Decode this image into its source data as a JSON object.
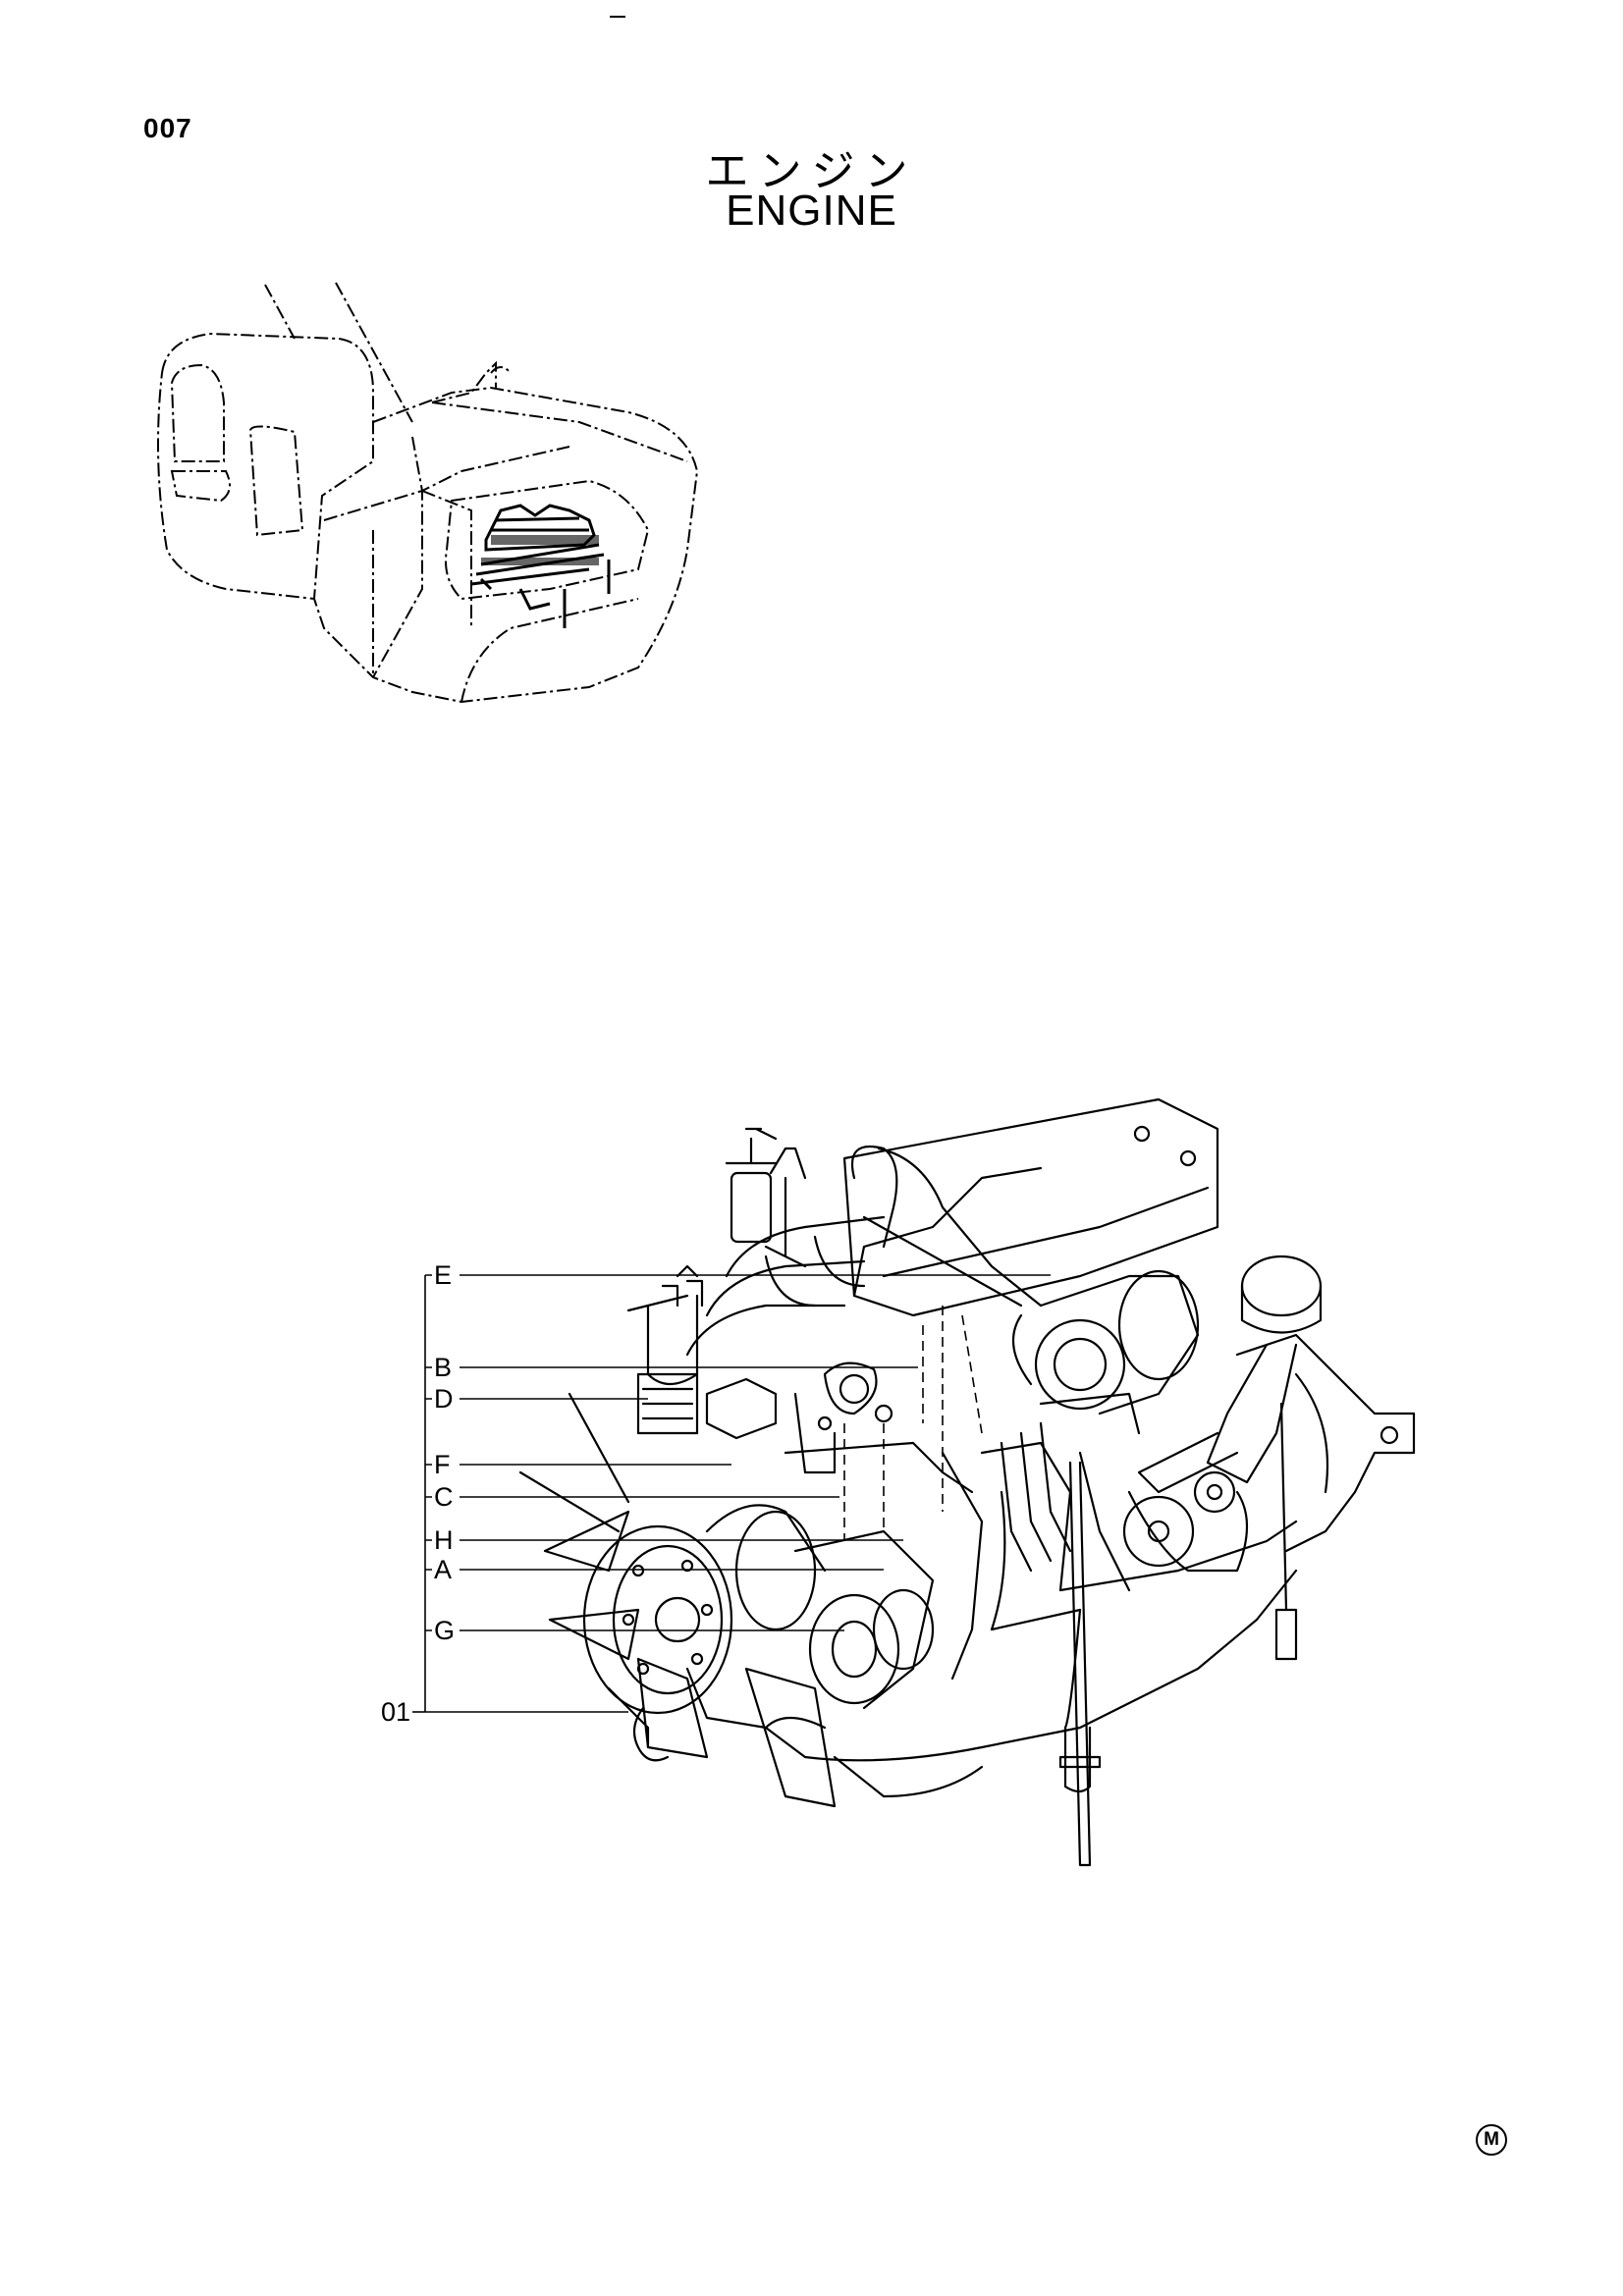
{
  "page": {
    "number": "007",
    "title_jp": "エンジン",
    "title_en": "ENGINE",
    "footer_mark": "M"
  },
  "callouts": [
    {
      "label": "E"
    },
    {
      "label": "B"
    },
    {
      "label": "D"
    },
    {
      "label": "F"
    },
    {
      "label": "C"
    },
    {
      "label": "H"
    },
    {
      "label": "A"
    },
    {
      "label": "G"
    }
  ],
  "part_number": "01"
}
